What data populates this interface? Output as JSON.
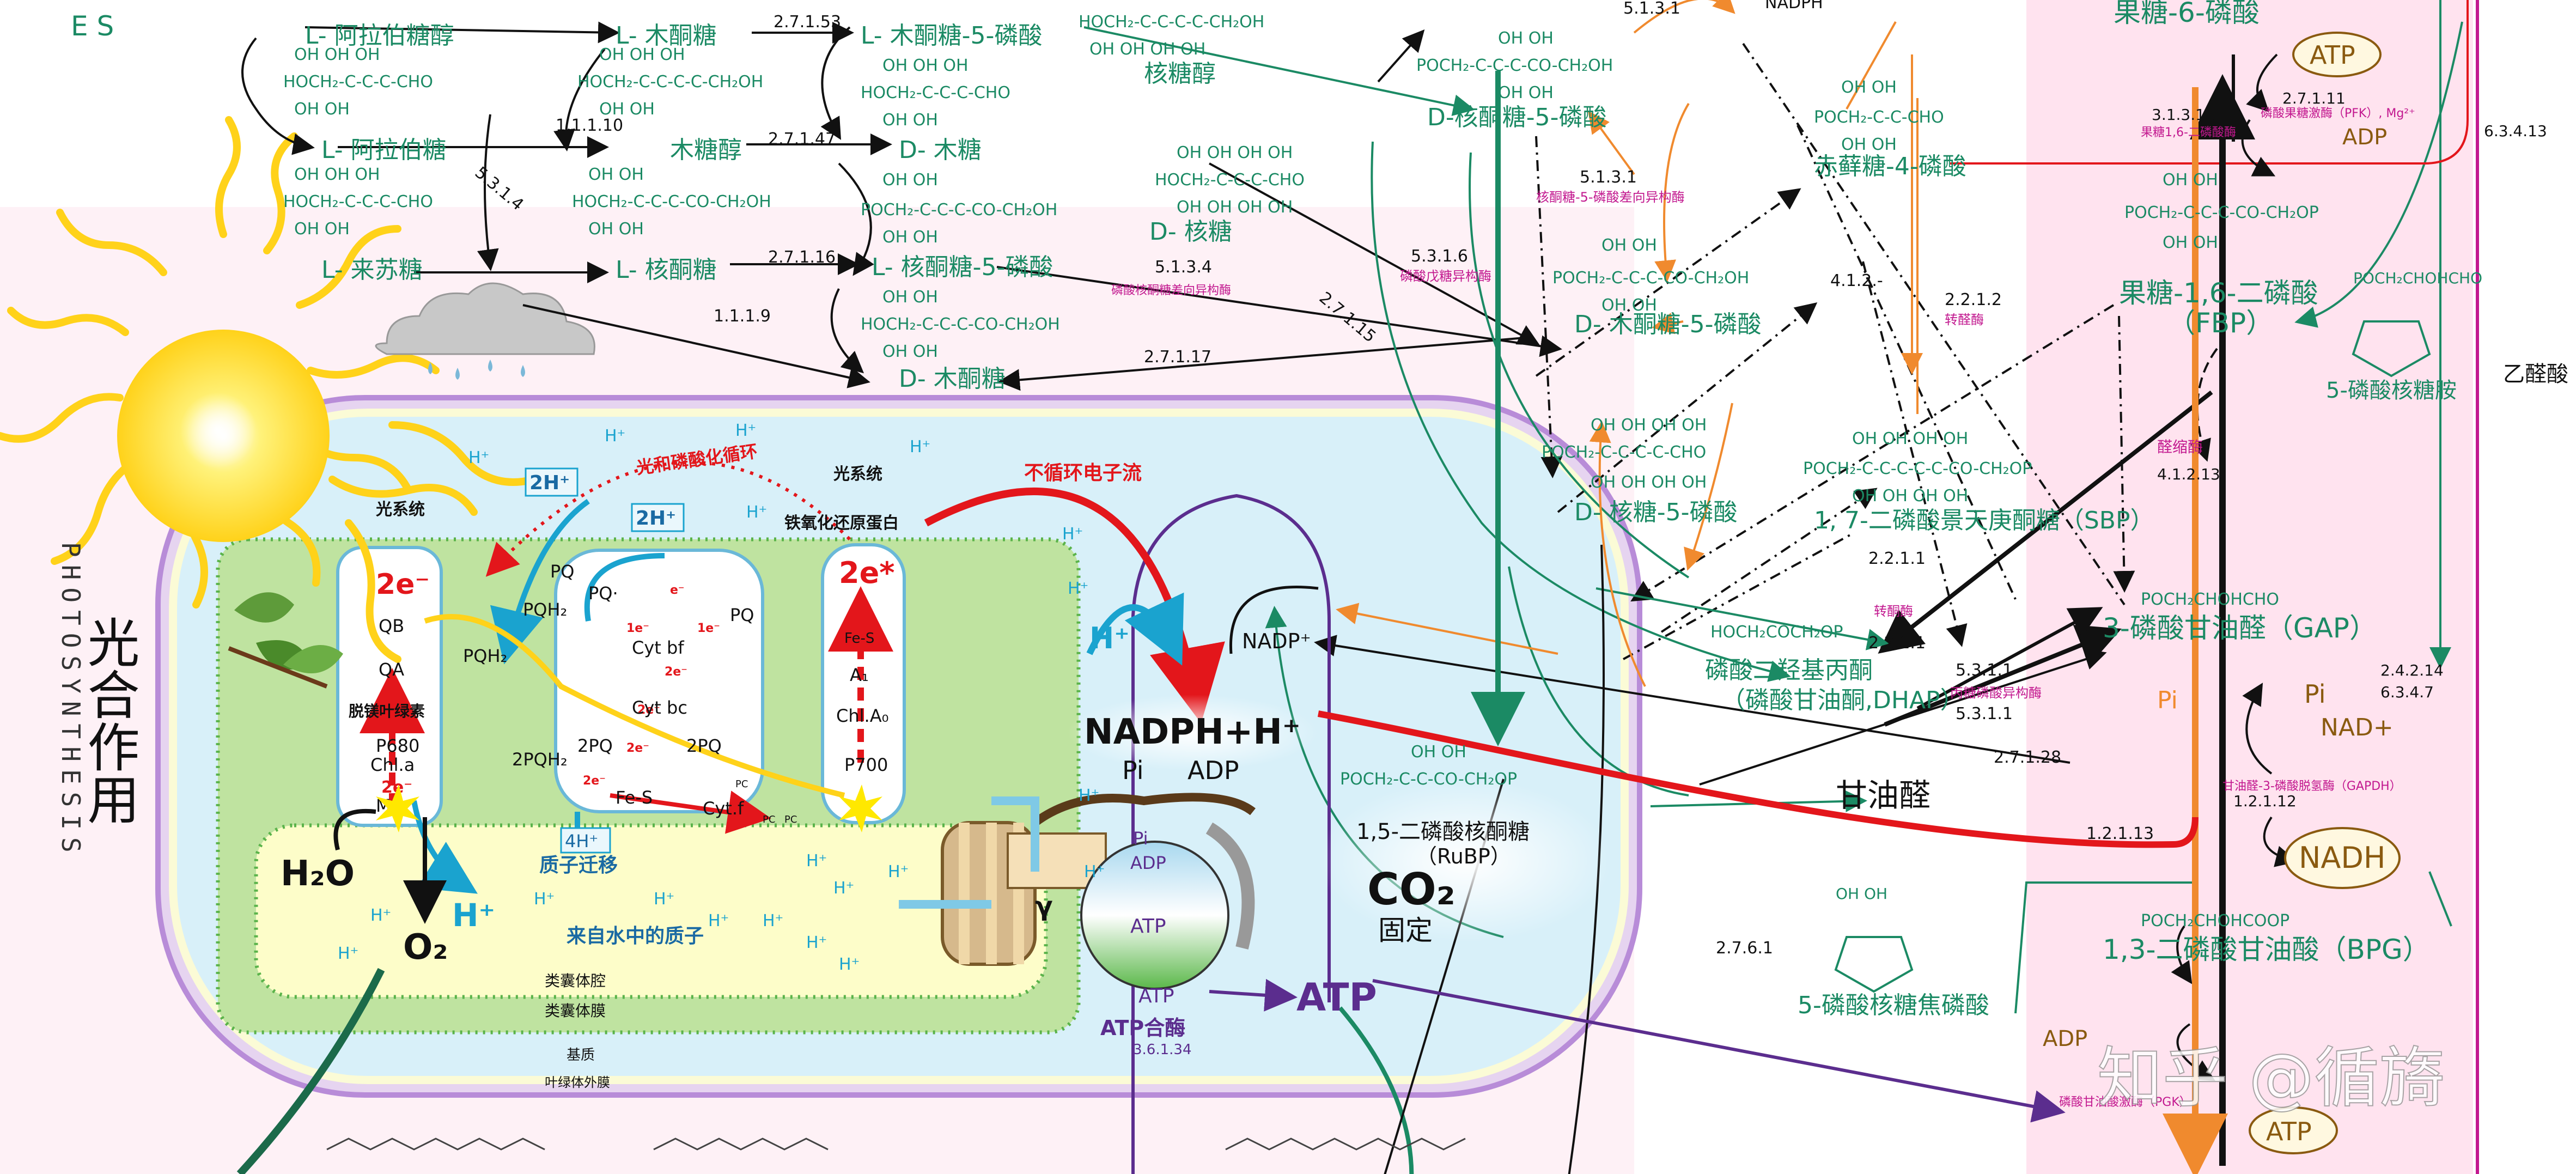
{
  "margin": {
    "top_letters": "E S",
    "side_letters": "PHOTOSYNTHESIS",
    "vertical_title": "光合作用"
  },
  "top_left": {
    "l_arabitol": "L- 阿拉伯糖醇",
    "l_arabinose": "L- 阿拉伯糖",
    "l_lyxose": "L- 来苏糖",
    "l_xylulose": "L- 木酮糖",
    "xylitol": "木糖醇",
    "l_ribulose": "L- 核酮糖",
    "l_xylulose_5p": "L- 木酮糖-5-磷酸",
    "d_xylose": "D- 木糖",
    "l_ribulose_5p": "L- 核酮糖-5-磷酸",
    "d_xylulose": "D- 木酮糖",
    "ribitol": "核糖醇",
    "d_ribose": "D- 核糖",
    "ec_27153": "2.7.1.53",
    "ec_11110": "1.1.1.10",
    "ec_27147": "2.7.1.47",
    "ec_5314": "5.3.1.4",
    "ec_27116": "2.7.1.16",
    "ec_5134": "5.1.3.4",
    "ec_5134_name": "磷酸核酮糖差向异构酶",
    "ec_1119": "1.1.1.9",
    "ec_27117": "2.7.1.17",
    "ec_27115": "2.7.1.15"
  },
  "formulas": {
    "f1": "HOCH₂-C-C-C-CHO",
    "f2": "HOCH₂-C-C-C-CO-CH₂OH",
    "f3": "POCH₂-C-C-C-CO-CH₂OH",
    "f4": "HOCH₂-C-C-C-C-CH₂OH",
    "f5": "HOCH₂-C-C-C-CHO",
    "oh3": "OH OH OH",
    "oh2": "OH OH",
    "ribose_oh": "OH OH OH OH",
    "poch_cho": "POCH₂-C-C-CHO",
    "sbp_f": "POCH₂-C-C-C-C-C-CO-CH₂OP",
    "fbp_f": "POCH₂-C-C-C-CO-CH₂OP",
    "gap_f": "POCH₂CHOHCHO",
    "bpg_f": "POCH₂CHOHCOOP",
    "dhap_f": "HOCH₂COCH₂OP",
    "rubp_f": "POCH₂-C-C-CO-CH₂OP",
    "r5p_f": "POCH₂-C-C-C-C-CHO"
  },
  "center": {
    "d_ribulose_5p": "D-核酮糖-5-磷酸",
    "d_xylulose_5p": "D- 木酮糖-5-磷酸",
    "d_ribose_5p": "D- 核糖-5-磷酸",
    "ec_5131": "5.1.3.1",
    "ec_5131_name": "核酮糖-5-磷酸差向异构酶",
    "ec_5316": "5.3.1.6",
    "ec_5316_name": "磷酸戊糖异构酶",
    "erythrose_4p": "赤藓糖-4-磷酸",
    "ec_412": "4.1.2.-",
    "ec_2212": "2.2.1.2",
    "ec_2212_name": "转醛酶",
    "sbp": "1, 7-二磷酸景天庚酮糖（SBP）",
    "ec_2211a": "2.2.1.1",
    "ec_2211b": "2.2.1.1",
    "transketolase": "转酮酶",
    "dhap": "磷酸二羟基丙酮",
    "dhap_sub": "（磷酸甘油酮,DHAP）",
    "ec_5311a": "5.3.1.1",
    "ec_5311_name": "丙糖磷酸异构酶",
    "ec_5311b": "5.3.1.1",
    "ec_27128": "2.7.1.28",
    "glyceraldehyde": "甘油醛",
    "ec_12113": "1.2.1.13",
    "rubp": "1,5-二磷酸核酮糖",
    "rubp_sub": "（RuBP）",
    "co2": "CO₂",
    "co2_fix": "固定",
    "ec_2761": "2.7.6.1",
    "prpp": "5-磷酸核糖焦磷酸",
    "nadph_top": "NADPH",
    "ec_5131_top": "5.1.3.1"
  },
  "right": {
    "f6p": "果糖-6-磷酸",
    "atp1": "ATP",
    "adp1": "ADP",
    "ec_27111": "2.7.1.11",
    "pfk": "磷酸果糖激酶（PFK）, Mg²⁺",
    "ec_313111": "3.1.3.11",
    "fbpase": "果糖1,6-二磷酸酶",
    "fbp": "果糖-1,6-二磷酸",
    "fbp_abbr": "（FBP）",
    "aldolase": "醛缩酶",
    "ec_41213": "4.1.2.13",
    "gap": "3-磷酸甘油醛（GAP）",
    "pi": "Pi",
    "nad": "NAD+",
    "nadh": "NADH",
    "gapdh": "甘油醛-3-磷酸脱氢酶（GAPDH）",
    "ec_12112": "1.2.1.12",
    "bpg": "1,3-二磷酸甘油酸（BPG）",
    "adp2": "ADP",
    "atp2": "ATP",
    "pgk": "磷酸甘油酸激酶（PGK）",
    "ec_24214": "2.4.2.14",
    "ec_6347": "6.3.4.7",
    "ec_63413": "6.3.4.13",
    "amine": "5-磷酸核糖胺",
    "acetyl": "乙醛酸",
    "pi2": "Pi",
    "watermark": "知乎 @循旖"
  },
  "photo": {
    "photosystem_ii": "光系统",
    "photosystem_i": "光系统",
    "ferredoxin": "铁氧化还原蛋白",
    "cyclic": "光和磷酸化循环",
    "noncyclic": "不循环电子流",
    "two_h_a": "2H⁺",
    "two_h_b": "2H⁺",
    "four_h": "4H⁺",
    "two_e_a": "2e⁻",
    "two_e_b": "2e⁻",
    "two_e_star": "2e*",
    "two_e_mn": "2e⁻",
    "qb": "QB",
    "qa": "QA",
    "pheo": "脱镁叶绿素",
    "p680": "P680",
    "chla": "Chl.a",
    "mn": "Mn",
    "pq": "PQ",
    "pqh2": "PQH₂",
    "pq_dot": "PQ·",
    "cytbf": "Cyt bf",
    "cytbc": "Cyt bc",
    "two_pq": "2PQ",
    "two_pqh2": "2PQH₂",
    "fes": "Fe-S",
    "cytf": "Cyt.f",
    "pc": "PC",
    "fes2": "Fe-S",
    "a1": "A₁",
    "chla0": "Chl.A₀",
    "p700": "P700",
    "h2o": "H₂O",
    "o2": "O₂",
    "h_plus": "H⁺",
    "proton_transfer": "质子迁移",
    "proton_water": "来自水中的质子",
    "lumen": "类囊体腔",
    "thylakoid": "类囊体膜",
    "stroma": "基质",
    "outer": "叶绿体外膜",
    "nadp": "NADP⁺",
    "nadph": "NADPH+H⁺",
    "pi": "Pi",
    "adp": "ADP",
    "pi_in": "Pi",
    "adp_in": "ADP",
    "atp_in1": "ATP",
    "atp_in2": "ATP",
    "atp_out": "ATP",
    "synthase": "ATP合酶",
    "synthase_ec": "3.6.1.34",
    "gamma": "γ",
    "h": "H⁺",
    "e": "e⁻",
    "one_e": "1e⁻"
  },
  "colors": {
    "green": "#1b8a64",
    "magenta": "#c2188f",
    "red": "#e3161b",
    "blue": "#1aa3cf",
    "purple": "#5b2d8e",
    "sun": "#ffd21a",
    "pink_band": "#ffe8f2",
    "orange": "#f08a2e"
  }
}
